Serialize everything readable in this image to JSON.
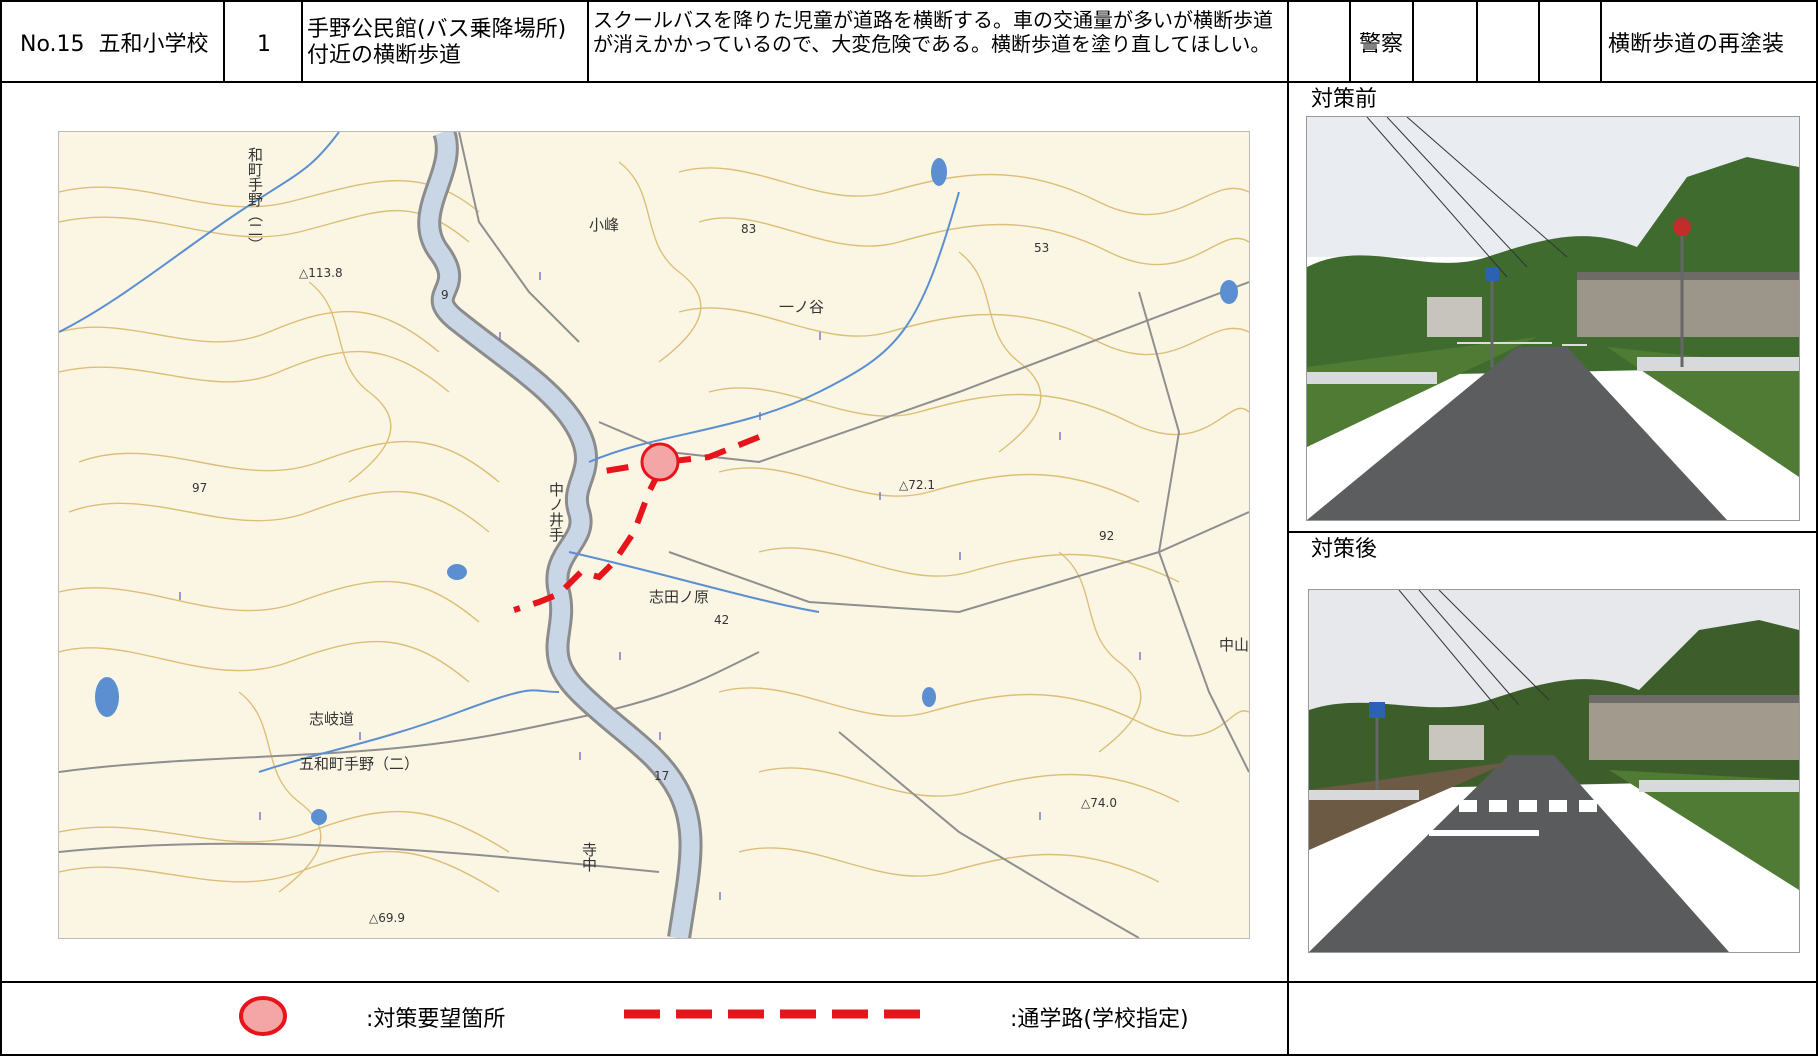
{
  "header": {
    "school": "No.15  五和小学校",
    "number": "1",
    "location": "手野公民館(バス乗降場所)付近の横断歩道",
    "description": "スクールバスを降りた児童が道路を横断する。車の交通量が多いが横断歩道が消えかかっているので、大変危険である。横断歩道を塗り直してほしい。",
    "agency": "警察",
    "measure": "横断歩道の再塗装"
  },
  "photos": {
    "before_label": "対策前",
    "after_label": "対策後"
  },
  "map": {
    "labels": {
      "place_nakanoide": "中ノ井手",
      "place_shidanohara": "志田ノ原",
      "place_shikido": "志岐道",
      "place_gowa_teno_bottom": "五和町手野（二）",
      "place_gowa_teno_top": "和町手野（二）",
      "place_ichinotani": "一ノ谷",
      "place_komine": "小峰",
      "place_teranaka": "寺中",
      "place_nakayama": "中山",
      "elev_113": "△113.8",
      "elev_72": "△72.1",
      "elev_74": "△74.0",
      "elev_69": "△69.9",
      "elev_97": "97",
      "elev_92": "92",
      "elev_83": "83",
      "elev_53": "53",
      "elev_42": "42",
      "elev_17": "17",
      "elev_9": "9"
    }
  },
  "legend": {
    "marker_label": ":対策要望箇所",
    "route_label": ":通学路(学校指定)"
  },
  "colors": {
    "route": "#e8141b",
    "marker_fill": "#f4a6a6",
    "marker_stroke": "#e8141b",
    "map_bg": "#fbf6e4",
    "contour": "#d9b86c",
    "river": "#5b8fd1",
    "road": "#9a9a9a"
  }
}
